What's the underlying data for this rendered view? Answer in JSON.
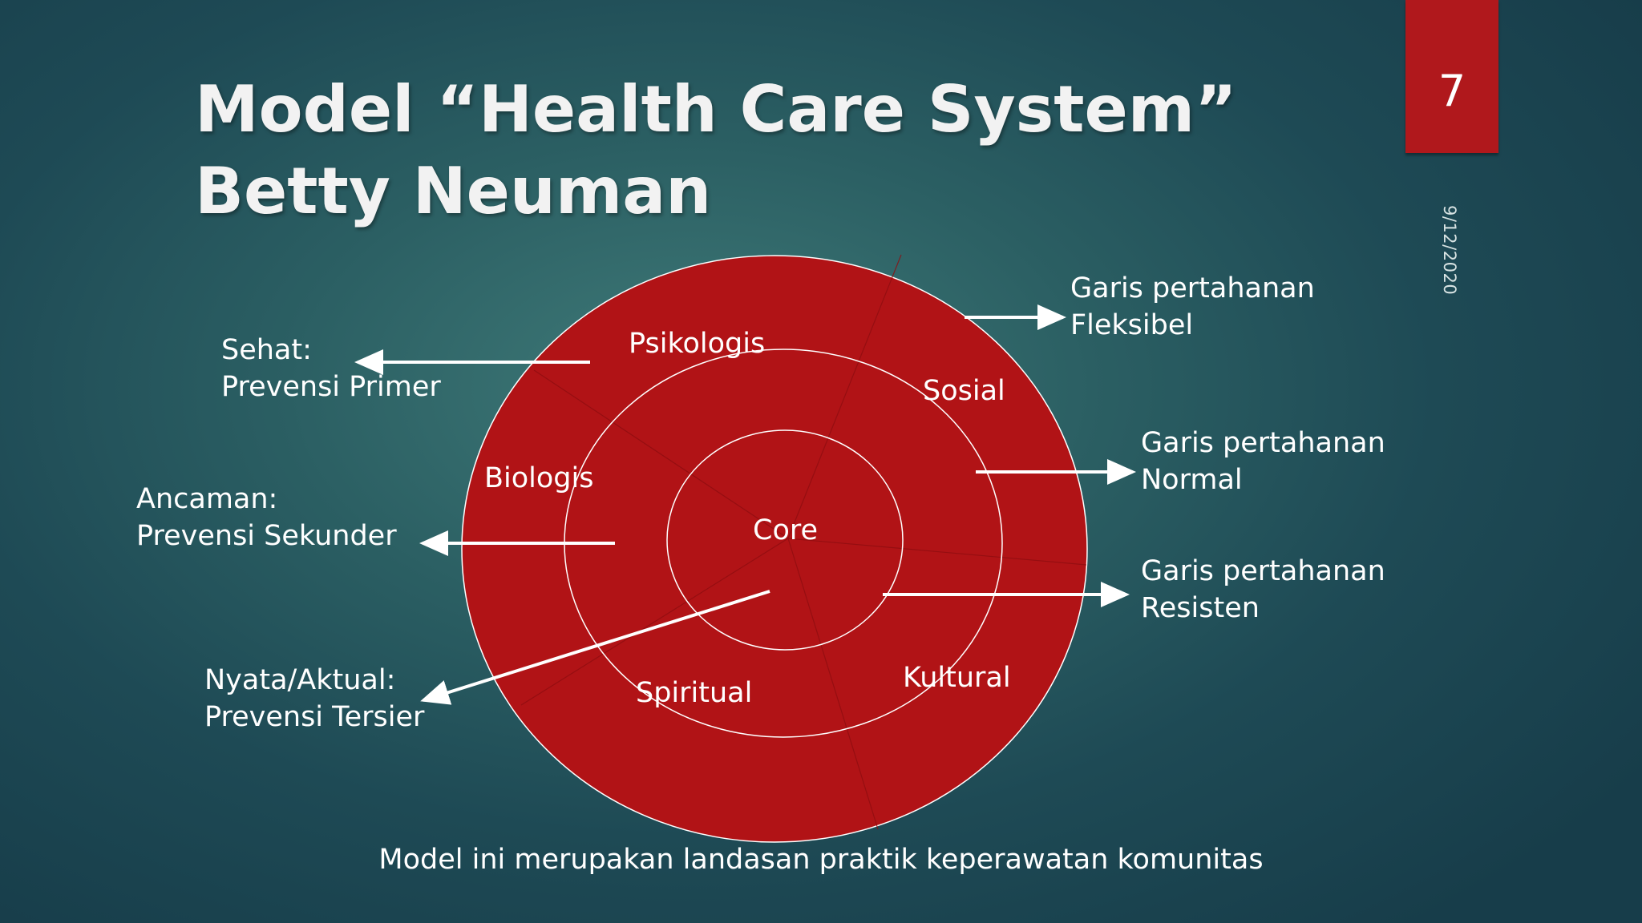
{
  "slide": {
    "title_line1": "Model “Health Care System”",
    "title_line2": "Betty Neuman",
    "page_number": "7",
    "date": "9/12/2020",
    "footer": "Model ini merupakan landasan praktik keperawatan komunitas"
  },
  "diagram": {
    "center": "Core",
    "sectors": {
      "psikologis": "Psikologis",
      "sosial": "Sosial",
      "biologis": "Biologis",
      "spiritual": "Spiritual",
      "kultural": "Kultural"
    },
    "left_labels": {
      "sehat": [
        "Sehat:",
        "Prevensi Primer"
      ],
      "ancaman": [
        "Ancaman:",
        "Prevensi Sekunder"
      ],
      "nyata": [
        "Nyata/Aktual:",
        "Prevensi Tersier"
      ]
    },
    "right_labels": {
      "fleksibel": [
        "Garis pertahanan",
        "Fleksibel"
      ],
      "normal": [
        "Garis pertahanan",
        "Normal"
      ],
      "resisten": [
        "Garis pertahanan",
        "Resisten"
      ]
    },
    "colors": {
      "circle_fill": "#b11316",
      "circle_stroke": "#ffffff",
      "arrow": "#ffffff"
    }
  }
}
